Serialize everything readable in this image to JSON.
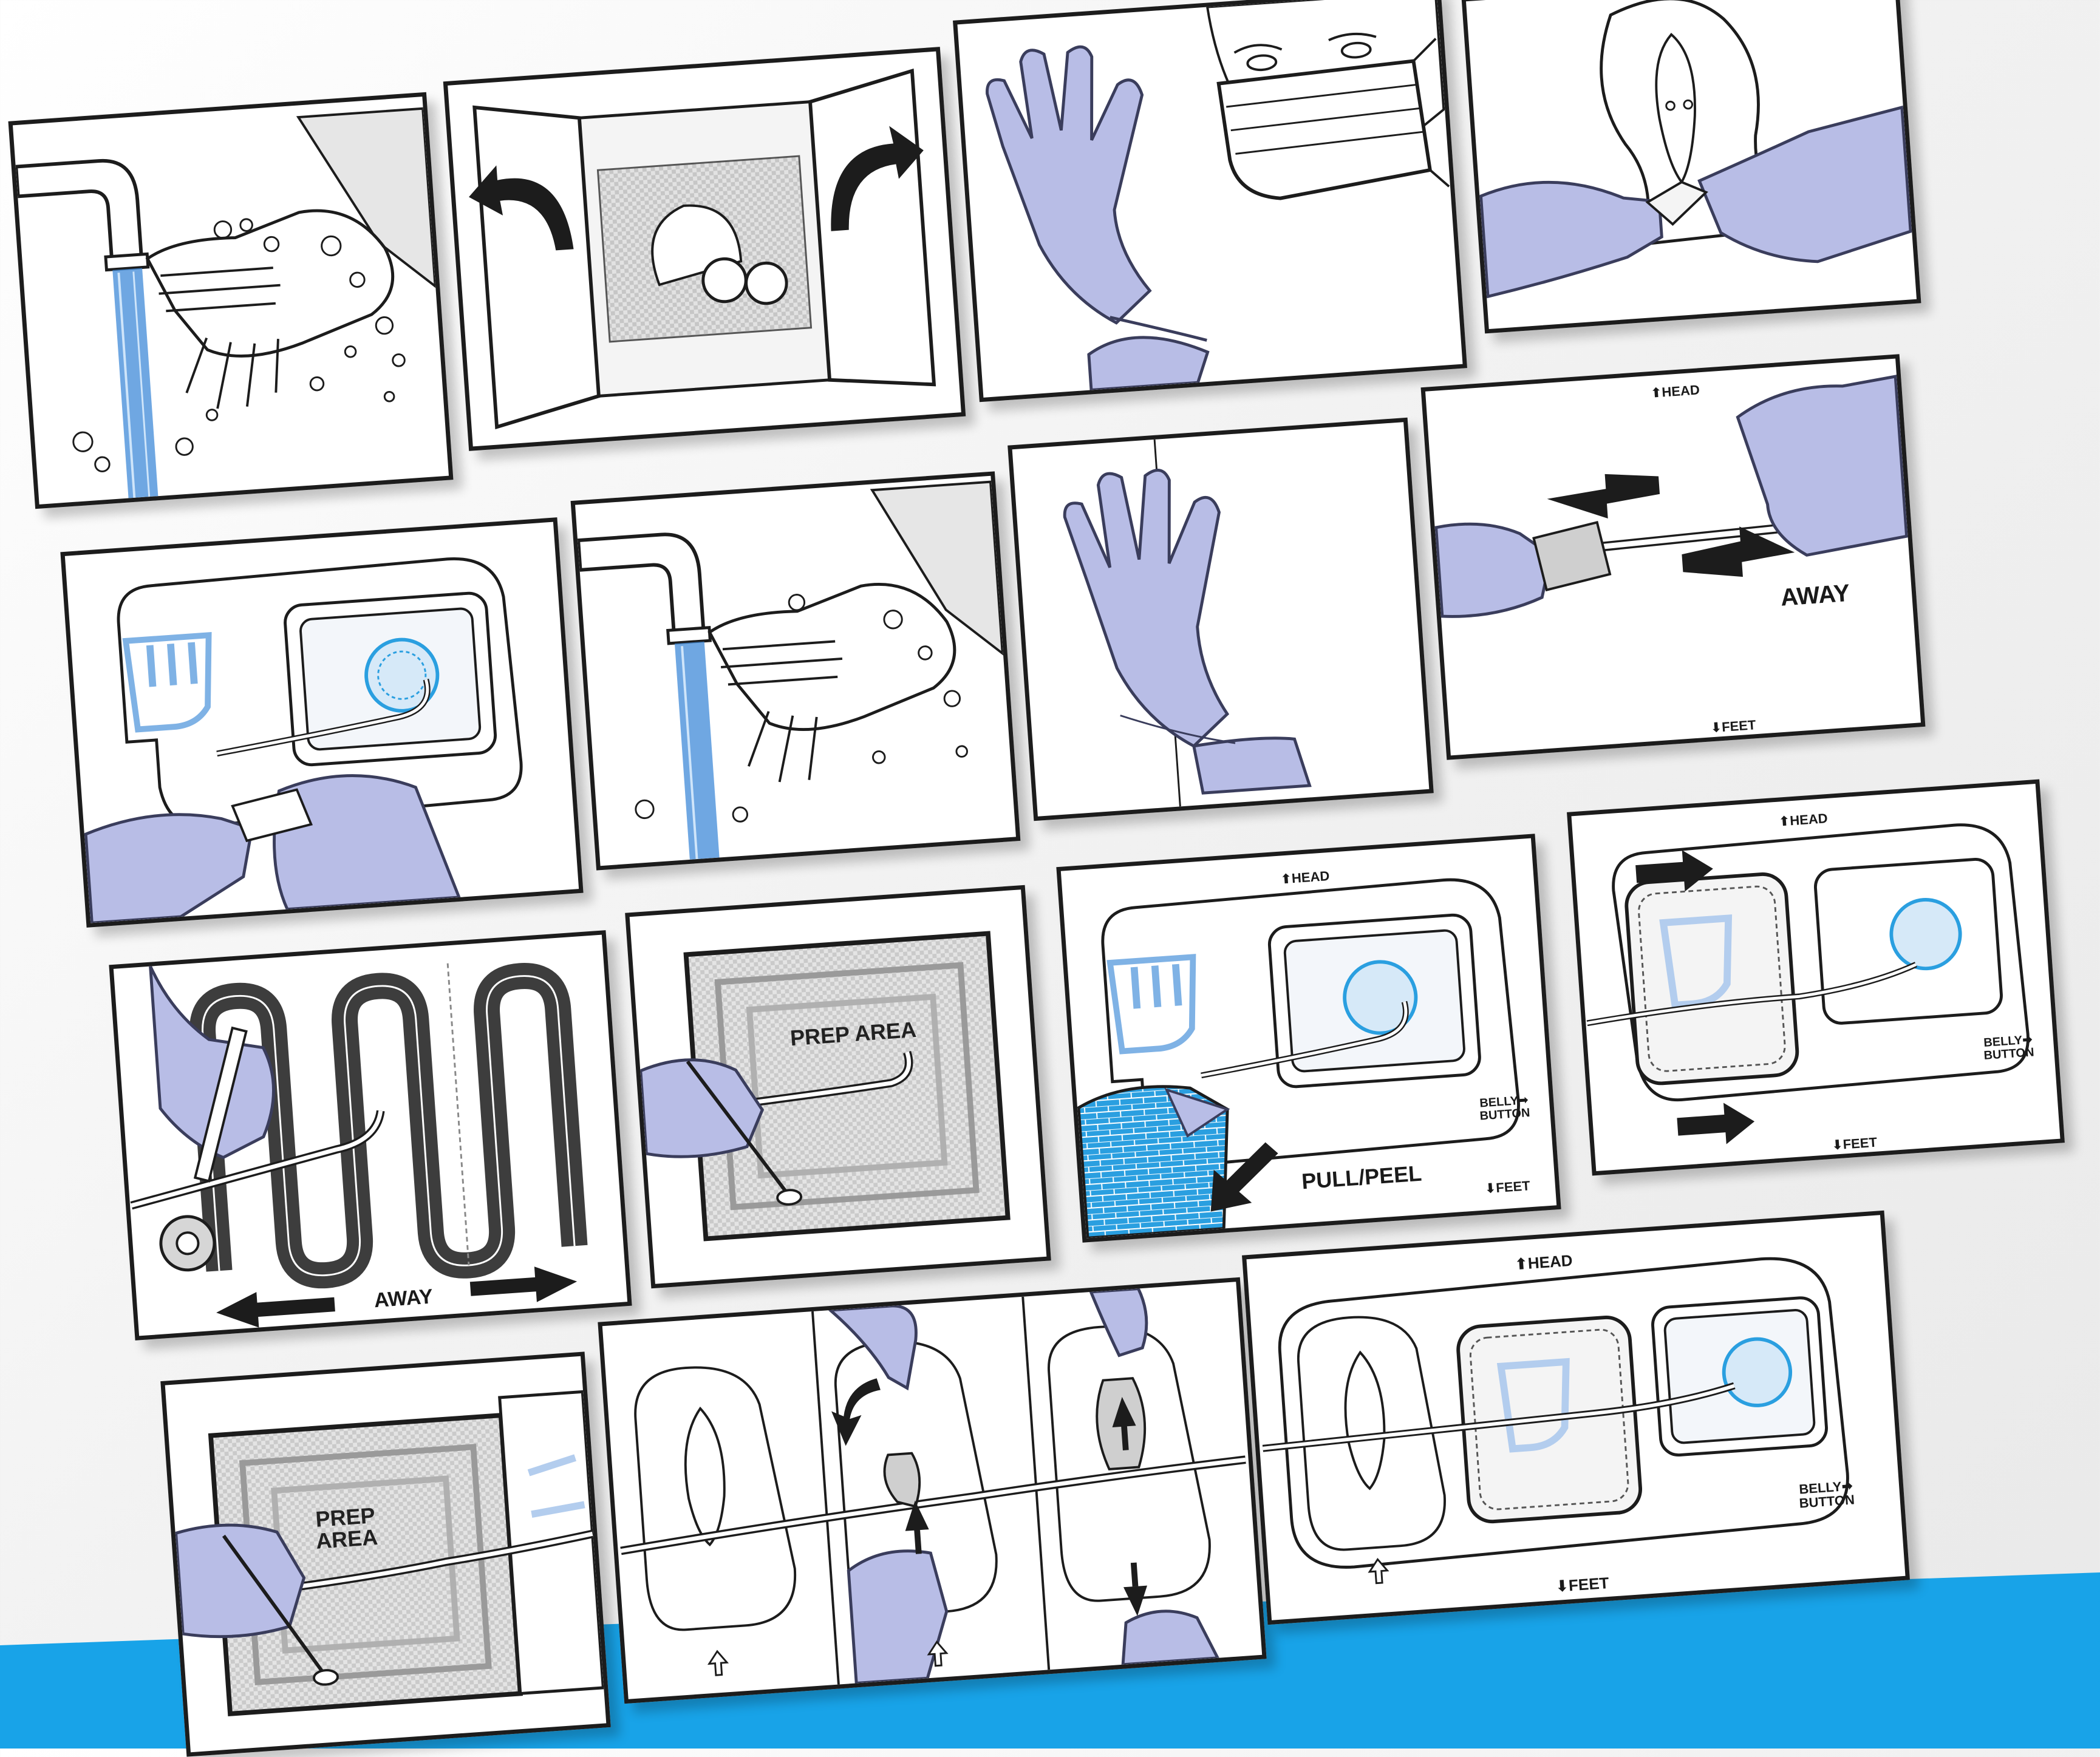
{
  "colors": {
    "glove": "#b8bde6",
    "glove_stroke": "#3a3d5c",
    "water": "#3f8ad8",
    "accent_blue": "#2a9fe0",
    "device_blue": "#7fb2e5",
    "band": "#18a3e8",
    "ink": "#1c1c1c"
  },
  "labels": {
    "head": "HEAD",
    "feet": "FEET",
    "away": "AWAY",
    "pull_peel": "PULL/PEEL",
    "prep_area": "PREP AREA",
    "prep": "PREP",
    "area": "AREA",
    "belly": "BELLY",
    "button": "BUTTON"
  },
  "panels": [
    {
      "id": 1,
      "scene": "wash-hands",
      "icons": [
        "faucet-icon",
        "hands-icon"
      ]
    },
    {
      "id": 2,
      "scene": "open-kit",
      "icons": [
        "arrow-left-icon",
        "arrow-right-icon"
      ]
    },
    {
      "id": 3,
      "scene": "glove-and-mask",
      "icons": [
        "glove-icon",
        "mask-icon"
      ]
    },
    {
      "id": 4,
      "scene": "peel-anchor-liner",
      "icons": [
        "glove-icon"
      ]
    },
    {
      "id": 5,
      "scene": "peel-dressing-liner",
      "icons": [
        "glove-icon"
      ]
    },
    {
      "id": 6,
      "scene": "wash-hands-again",
      "icons": [
        "faucet-icon",
        "hands-icon"
      ]
    },
    {
      "id": 7,
      "scene": "put-on-gloves",
      "icons": [
        "glove-icon"
      ]
    },
    {
      "id": 8,
      "scene": "wipe-tube-away",
      "icons": [
        "arrow-left-icon"
      ]
    },
    {
      "id": 9,
      "scene": "clean-site-pattern",
      "icons": [
        "arrow-double-icon"
      ]
    },
    {
      "id": 10,
      "scene": "prep-area-swab",
      "icons": [
        "swab-icon"
      ]
    },
    {
      "id": 11,
      "scene": "pull-peel-liner",
      "icons": [
        "arrow-down-left-icon"
      ]
    },
    {
      "id": 12,
      "scene": "apply-dressing",
      "icons": [
        "arrow-right-icon"
      ]
    },
    {
      "id": 13,
      "scene": "prep-area-skin",
      "icons": [
        "swab-icon"
      ]
    },
    {
      "id": 14,
      "scene": "place-anchor",
      "icons": [
        "arrow-up-icon"
      ]
    },
    {
      "id": 15,
      "scene": "final-placement",
      "icons": [
        "dressing-icon"
      ]
    }
  ]
}
